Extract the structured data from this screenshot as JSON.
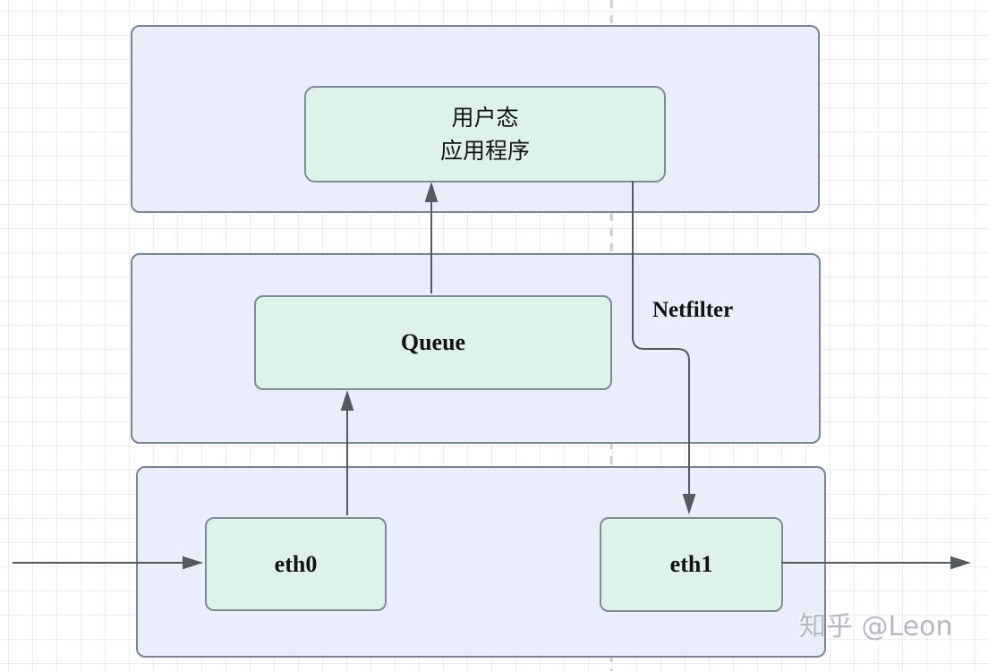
{
  "diagram": {
    "type": "network-packet-flow-diagram",
    "user_app": {
      "line1": "用户态",
      "line2": "应用程序"
    },
    "netfilter_label": "Netfilter",
    "queue_label": "Queue",
    "eth0_label": "eth0",
    "eth1_label": "eth1",
    "connectors": [
      {
        "name": "queue-to-userapp",
        "direction": "up"
      },
      {
        "name": "eth0-to-queue",
        "direction": "up"
      },
      {
        "name": "userapp-to-eth1",
        "direction": "down-with-elbow"
      },
      {
        "name": "inbound-to-eth0",
        "direction": "right"
      },
      {
        "name": "eth1-to-outbound",
        "direction": "right"
      }
    ]
  },
  "watermark": "知乎 @Leon",
  "colors": {
    "container_fill": "#e9eefa",
    "container_border": "#7b8495",
    "node_fill": "#ddf3ea",
    "node_border": "#7e8a94",
    "arrow": "#54595f",
    "grid_line": "#ececec",
    "dashed_guide": "#cfcfcf",
    "watermark_text": "#b0b5c0",
    "background": "#ffffff"
  }
}
